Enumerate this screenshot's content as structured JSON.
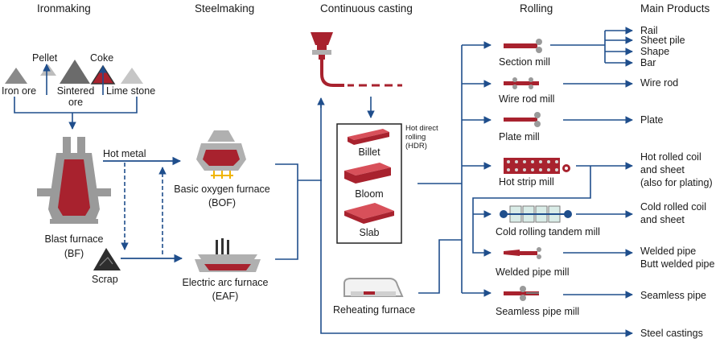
{
  "headers": {
    "ironmaking": "Ironmaking",
    "steelmaking": "Steelmaking",
    "continuous_casting": "Continuous casting",
    "rolling": "Rolling",
    "main_products": "Main Products"
  },
  "raw_materials": {
    "iron_ore": "Iron ore",
    "pellet": "Pellet",
    "sintered_ore": [
      "Sintered",
      "ore"
    ],
    "coke": "Coke",
    "lime_stone": "Lime stone"
  },
  "ironmaking": {
    "hot_metal": "Hot metal",
    "blast_furnace": [
      "Blast furnace",
      "(BF)"
    ],
    "scrap": "Scrap"
  },
  "steelmaking": {
    "bof": [
      "Basic oxygen furnace",
      "(BOF)"
    ],
    "eaf": [
      "Electric arc furnace",
      "(EAF)"
    ]
  },
  "casting": {
    "billet": "Billet",
    "bloom": "Bloom",
    "slab": "Slab",
    "hdr": [
      "Hot direct",
      "rolling",
      "(HDR)"
    ],
    "reheating_furnace": "Reheating furnace"
  },
  "mills": {
    "section": "Section mill",
    "wire_rod": "Wire rod mill",
    "plate": "Plate mill",
    "hot_strip": "Hot strip mill",
    "cold_rolling": "Cold rolling tandem mill",
    "welded_pipe": "Welded pipe mill",
    "seamless_pipe": "Seamless pipe mill"
  },
  "products": {
    "section_products": [
      "Rail",
      "Sheet pile",
      "Shape",
      "Bar"
    ],
    "wire_rod": "Wire rod",
    "plate": "Plate",
    "hot_rolled": [
      "Hot rolled coil",
      "and sheet",
      "(also for plating)"
    ],
    "cold_rolled": [
      "Cold rolled coil",
      "and sheet"
    ],
    "welded_pipe": [
      "Welded pipe",
      "Butt welded pipe"
    ],
    "seamless_pipe": "Seamless pipe",
    "steel_castings": "Steel castings"
  },
  "colors": {
    "flow": "#1f4e8c",
    "steel": "#a8222e",
    "gray": "#7a7a7a",
    "light_gray": "#bdbdbd",
    "dark": "#333333",
    "flame": "#f0b400"
  }
}
